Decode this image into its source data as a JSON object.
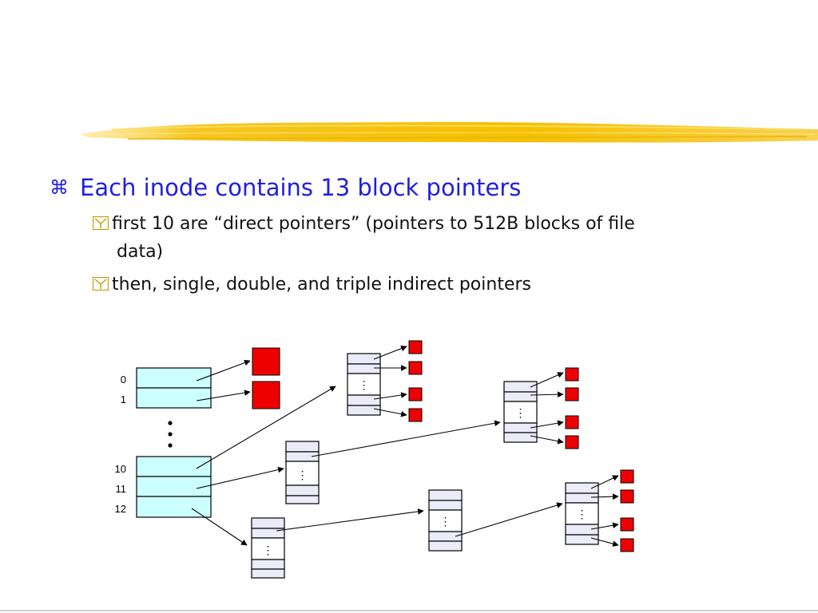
{
  "slide": {
    "bullet_main": {
      "glyph": "⌘",
      "text": "Each inode contains 13 block pointers"
    },
    "sub_bullets": [
      {
        "glyph": "y-box-icon",
        "text_line1": "first 10 are “direct pointers” (pointers to 512B blocks of file",
        "text_line2": "data)"
      },
      {
        "glyph": "y-box-icon",
        "text_line1": "then, single, double, and triple indirect pointers"
      }
    ]
  },
  "diagram": {
    "inode_labels": [
      "0",
      "1",
      "10",
      "11",
      "12"
    ],
    "ellipsis": "⋮",
    "colors": {
      "inode_fill": "#ccffff",
      "indirect_fill": "#ebebfa",
      "data_block_fill": "#ee0000",
      "accent_yellow": "#f5c400",
      "bullet_blue": "#1f1fe0"
    }
  }
}
